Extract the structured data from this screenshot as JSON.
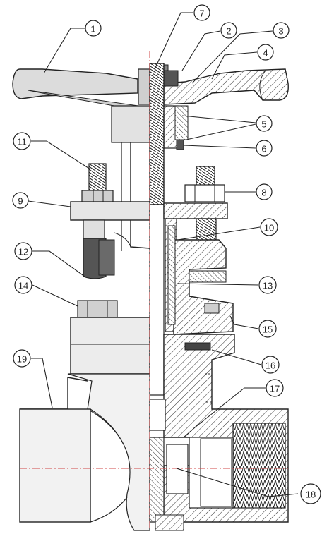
{
  "diagram": {
    "type": "gate-valve-sectional-drawing",
    "colors": {
      "line": "#222222",
      "hatch": "#3a3a3a",
      "centerline": "#d04848",
      "part_fill": "#d6d6d6",
      "body_fill": "#efefef"
    },
    "callouts": [
      {
        "id": "c1",
        "label": "1"
      },
      {
        "id": "c2",
        "label": "2"
      },
      {
        "id": "c3",
        "label": "3"
      },
      {
        "id": "c4",
        "label": "4"
      },
      {
        "id": "c5",
        "label": "5"
      },
      {
        "id": "c6",
        "label": "6"
      },
      {
        "id": "c7",
        "label": "7"
      },
      {
        "id": "c8",
        "label": "8"
      },
      {
        "id": "c9",
        "label": "9"
      },
      {
        "id": "c10",
        "label": "10"
      },
      {
        "id": "c11",
        "label": "11"
      },
      {
        "id": "c12",
        "label": "12"
      },
      {
        "id": "c13",
        "label": "13"
      },
      {
        "id": "c14",
        "label": "14"
      },
      {
        "id": "c15",
        "label": "15"
      },
      {
        "id": "c16",
        "label": "16"
      },
      {
        "id": "c17",
        "label": "17"
      },
      {
        "id": "c18",
        "label": "18"
      },
      {
        "id": "c19",
        "label": "19"
      }
    ]
  }
}
